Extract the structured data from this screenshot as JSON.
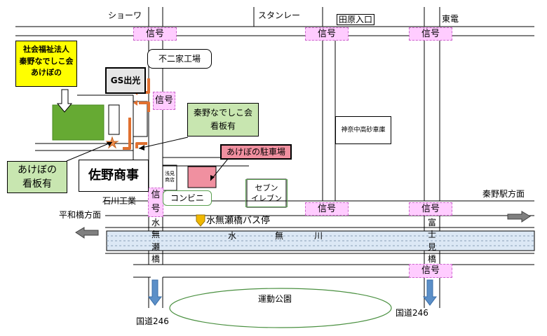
{
  "streets": {
    "showa": "ショーワ",
    "stanley": "スタンレー",
    "tahara_iriguchi": "田原入口",
    "toden": "東電"
  },
  "signal_label": "信号",
  "facilities": {
    "home": {
      "line1": "社会福祉法人",
      "line2": "秦野なでしこ会",
      "line3": "あけぼの"
    },
    "gs_idemitsu": "GS出光",
    "funiko_factory": "不二家工場",
    "sign_board_nadeshiko": {
      "line1": "秦野なでしこ会",
      "line2": "看板有"
    },
    "sign_board_akebono": {
      "line1": "あけぼの",
      "line2": "看板有"
    },
    "parking": "あけぼの駐車場",
    "kanagawa_chuko": "神奈中高砂車庫",
    "sano_shoji": "佐野商事",
    "small_shop": {
      "line1": "浅見",
      "line2": "商店"
    },
    "convenience": "コンビニ",
    "seven_eleven": {
      "line1": "セブン",
      "line2": "イレブン"
    },
    "ishikawa_kogyo": "石川工業",
    "bus_stop": "水無瀬橋バス停",
    "park": "運動公園"
  },
  "directions": {
    "heiwabashi": "平和橋方面",
    "hadano_station": "秦野駅方面",
    "route246_left": "国道246",
    "route246_right": "国道246"
  },
  "river": {
    "c1": "水",
    "c2": "無",
    "c3": "川"
  },
  "bridges": {
    "minase": [
      "水",
      "無",
      "瀬",
      "橋"
    ],
    "fujimi": [
      "富",
      "士",
      "見",
      "橋"
    ]
  },
  "colors": {
    "signal_fill": "#ffccff",
    "home_fill": "#ffff00",
    "building_green": "#66aa33",
    "sign_fill": "#c8e6b0",
    "parking_fill": "#f090a0",
    "route_orange": "#e07030",
    "river_fill": "#dce8f5",
    "arrow_blue": "#5b8fc8",
    "arrow_gray": "#808080",
    "bus_marker": "#f0b800"
  }
}
